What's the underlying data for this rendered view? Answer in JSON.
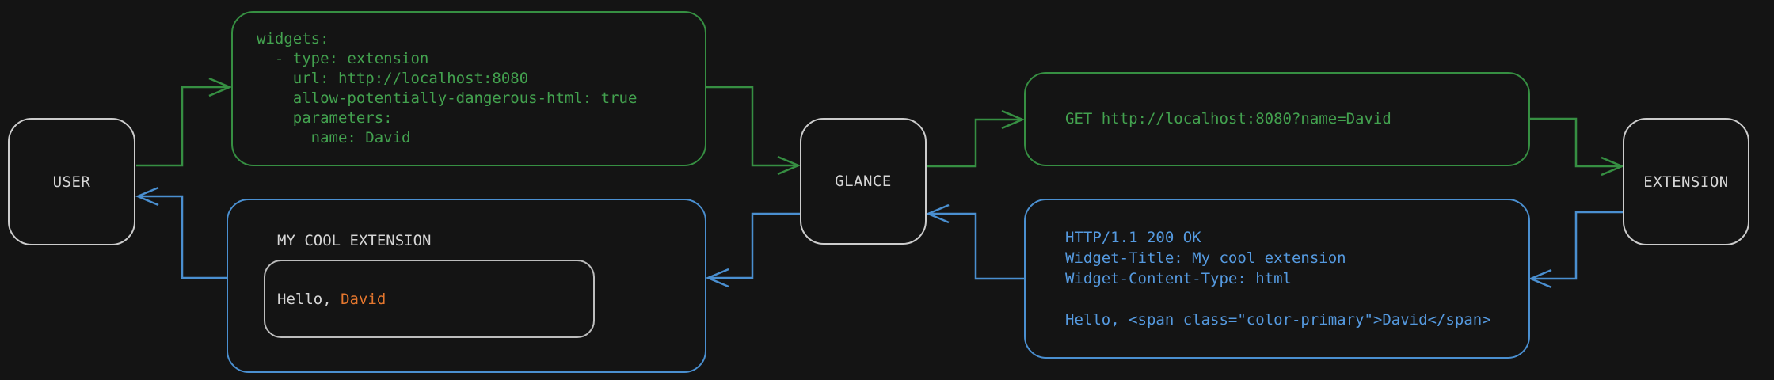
{
  "palette": {
    "background": "#141414",
    "green": "#368f42",
    "green_text": "#43a24f",
    "blue": "#4a8fd0",
    "blue_text": "#559ae0",
    "orange": "#e5772e",
    "node_border": "#cccccc",
    "text_light": "#d6d6d6"
  },
  "nodes": {
    "user": {
      "label": "USER"
    },
    "glance": {
      "label": "GLANCE"
    },
    "extension": {
      "label": "EXTENSION"
    }
  },
  "config_box": {
    "code": "widgets:\n  - type: extension\n    url: http://localhost:8080\n    allow-potentially-dangerous-html: true\n    parameters:\n      name: David"
  },
  "request_box": {
    "code": "GET http://localhost:8080?name=David"
  },
  "response_box": {
    "code": "HTTP/1.1 200 OK\nWidget-Title: My cool extension\nWidget-Content-Type: html\n\nHello, <span class=\"color-primary\">David</span>"
  },
  "widget_preview": {
    "title": "MY COOL EXTENSION",
    "greeting_prefix": "Hello, ",
    "greeting_name": "David"
  }
}
